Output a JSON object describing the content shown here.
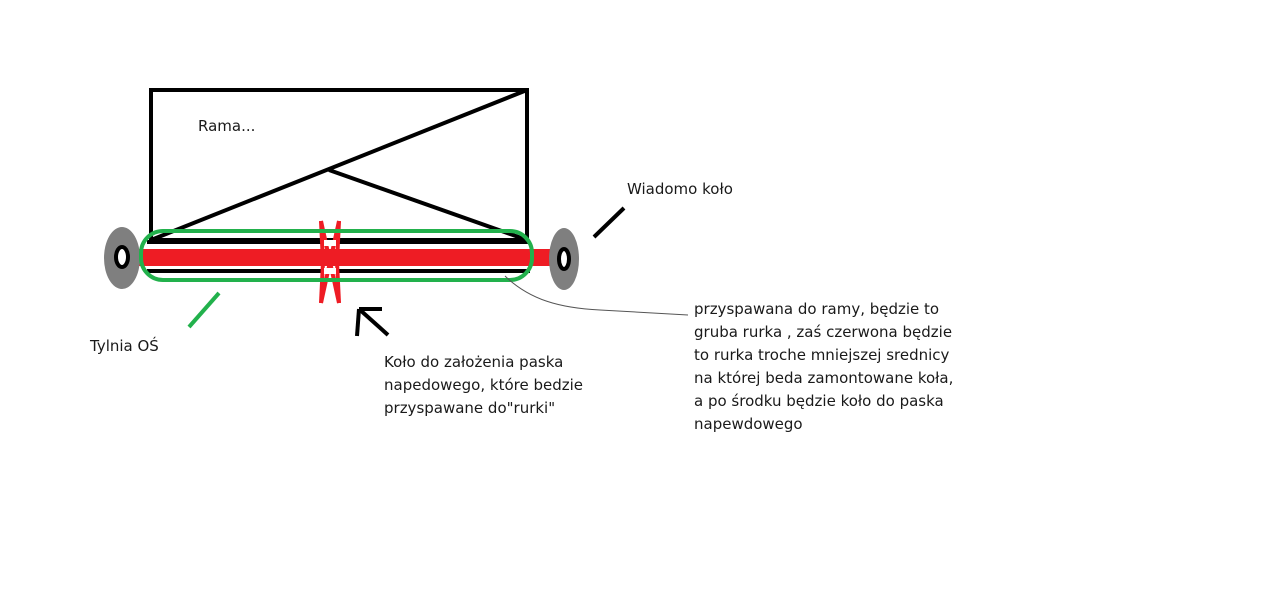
{
  "labels": {
    "frame": "Rama...",
    "wheel": "Wiadomo koło",
    "rear_axle": "Tylnia OŚ",
    "pulley_lines": [
      "Koło do założenia paska",
      "napedowego, które bedzie",
      "przyspawane do\"rurki\""
    ],
    "tube_lines": [
      "przyspawana do ramy, będzie to",
      "gruba rurka , zaś czerwona będzie",
      "to rurka troche mniejszej srednicy",
      "na której beda zamontowane koła,",
      "a po środku będzie koło do paska",
      "napewdowego"
    ]
  },
  "colors": {
    "outline": "#000000",
    "axle_red": "#ee1c24",
    "group_green": "#22b14c",
    "wheel_grey": "#7f7f7f",
    "leader_grey": "#555555"
  }
}
